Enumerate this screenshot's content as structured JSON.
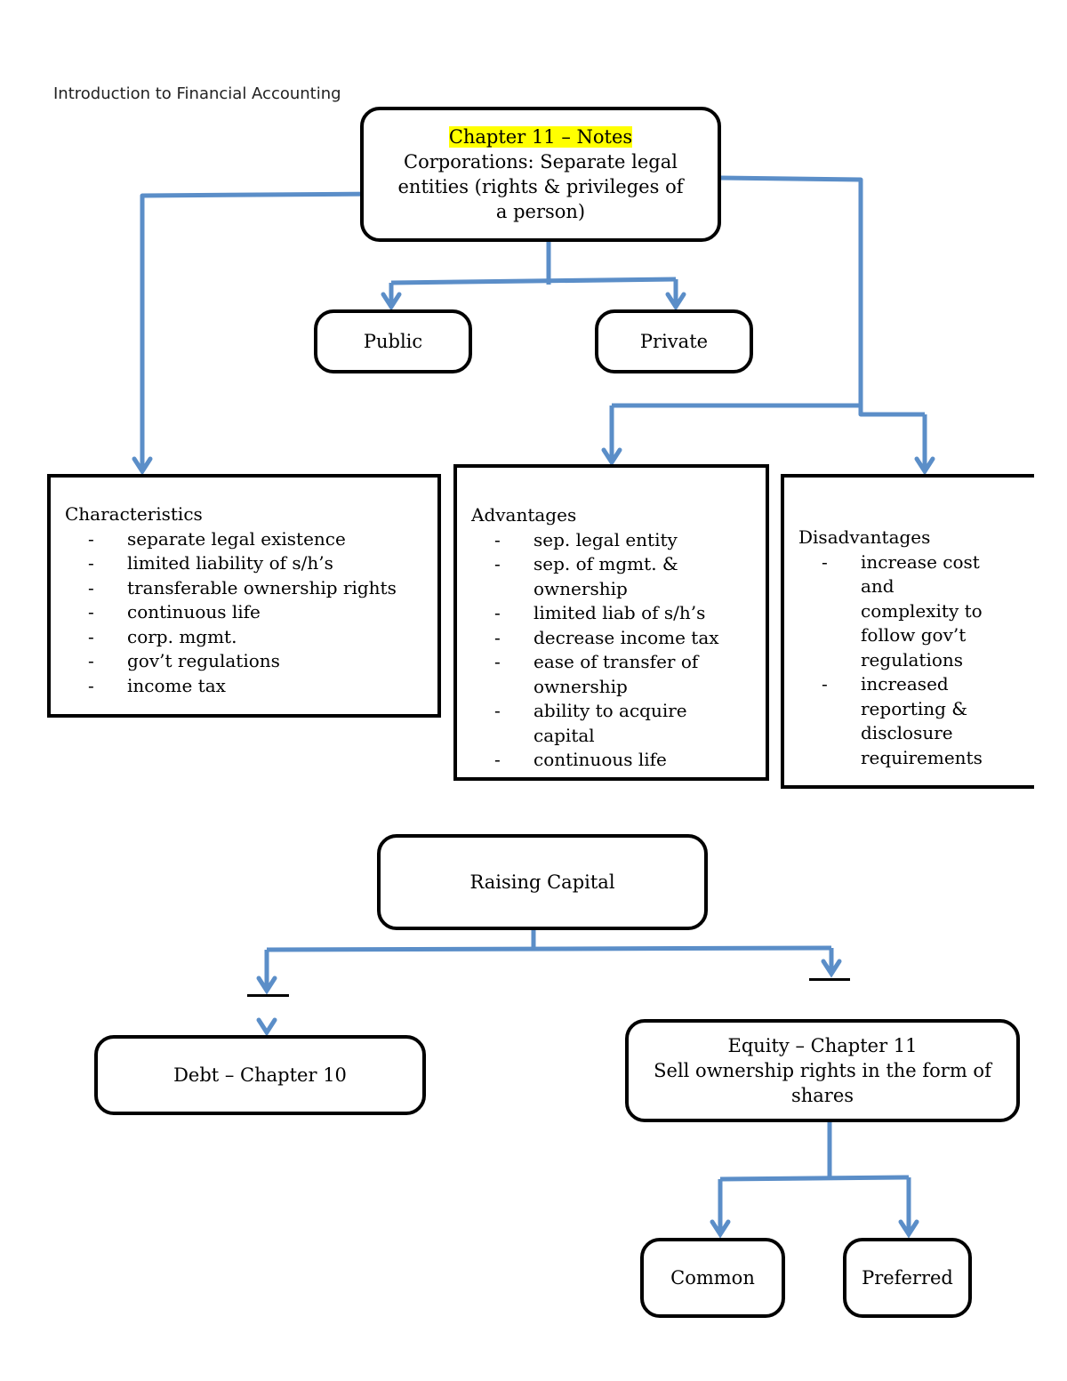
{
  "header": {
    "title": "Introduction to Financial Accounting"
  },
  "colors": {
    "connector": "#5b8ec8",
    "highlight": "#ffff00",
    "border": "#000000"
  },
  "root": {
    "title": "Chapter 11 – Notes",
    "subtitle": "Corporations: Separate legal entities (rights & privileges of a person)"
  },
  "types": {
    "public": "Public",
    "private": "Private"
  },
  "characteristics": {
    "title": "Characteristics",
    "items": [
      "separate legal existence",
      "limited liability of s/h’s",
      "transferable ownership rights",
      "continuous life",
      "corp. mgmt.",
      "gov’t regulations",
      "income tax"
    ]
  },
  "advantages": {
    "title": "Advantages",
    "items": [
      "sep. legal entity",
      "sep. of mgmt. & ownership",
      "limited liab of s/h’s",
      "decrease income tax",
      "ease of transfer of ownership",
      "ability to acquire capital",
      "continuous life"
    ]
  },
  "disadvantages": {
    "title": "Disadvantages",
    "items": [
      "increase cost and complexity to follow gov’t regulations",
      "increased reporting & disclosure requirements"
    ]
  },
  "capital": {
    "title": "Raising Capital",
    "debt": "Debt – Chapter 10",
    "equity_title": "Equity – Chapter 11",
    "equity_subtitle": "Sell ownership rights in the form of shares",
    "common": "Common",
    "preferred": "Preferred"
  }
}
